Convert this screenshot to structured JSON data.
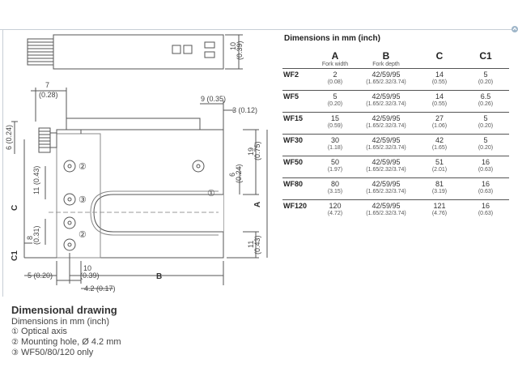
{
  "table": {
    "title": "Dimensions in mm (inch)",
    "headers": [
      {
        "label": "",
        "sub": ""
      },
      {
        "label": "A",
        "sub": "Fork width"
      },
      {
        "label": "B",
        "sub": "Fork depth"
      },
      {
        "label": "C",
        "sub": ""
      },
      {
        "label": "C1",
        "sub": ""
      }
    ],
    "rows": [
      {
        "model": "WF2",
        "a": [
          "2",
          "(0.08)"
        ],
        "b": [
          "42/59/95",
          "(1.65/2.32/3.74)"
        ],
        "c": [
          "14",
          "(0.55)"
        ],
        "c1": [
          "5",
          "(0.20)"
        ]
      },
      {
        "model": "WF5",
        "a": [
          "5",
          "(0.20)"
        ],
        "b": [
          "42/59/95",
          "(1.65/2.32/3.74)"
        ],
        "c": [
          "14",
          "(0.55)"
        ],
        "c1": [
          "6.5",
          "(0.26)"
        ]
      },
      {
        "model": "WF15",
        "a": [
          "15",
          "(0.59)"
        ],
        "b": [
          "42/59/95",
          "(1.65/2.32/3.74)"
        ],
        "c": [
          "27",
          "(1.06)"
        ],
        "c1": [
          "5",
          "(0.20)"
        ]
      },
      {
        "model": "WF30",
        "a": [
          "30",
          "(1.18)"
        ],
        "b": [
          "42/59/95",
          "(1.65/2.32/3.74)"
        ],
        "c": [
          "42",
          "(1.65)"
        ],
        "c1": [
          "5",
          "(0.20)"
        ]
      },
      {
        "model": "WF50",
        "a": [
          "50",
          "(1.97)"
        ],
        "b": [
          "42/59/95",
          "(1.65/2.32/3.74)"
        ],
        "c": [
          "51",
          "(2.01)"
        ],
        "c1": [
          "16",
          "(0.63)"
        ]
      },
      {
        "model": "WF80",
        "a": [
          "80",
          "(3.15)"
        ],
        "b": [
          "42/59/95",
          "(1.65/2.32/3.74)"
        ],
        "c": [
          "81",
          "(3.19)"
        ],
        "c1": [
          "16",
          "(0.63)"
        ]
      },
      {
        "model": "WF120",
        "a": [
          "120",
          "(4.72)"
        ],
        "b": [
          "42/59/95",
          "(1.65/2.32/3.74)"
        ],
        "c": [
          "121",
          "(4.76)"
        ],
        "c1": [
          "16",
          "(0.63)"
        ]
      }
    ]
  },
  "drawing": {
    "dim_10": "10",
    "dim_10_in": "(0.39)",
    "dim_7": "7",
    "dim_7_in": "(0.28)",
    "dim_9": "9 (0.35)",
    "dim_3": "3 (0.12)",
    "dim_6_left": "6 (0.24)",
    "dim_19": "19",
    "dim_19_in": "(0.75)",
    "dim_6_right": "6",
    "dim_6_right_in": "(0.24)",
    "dim_11_left": "11 (0.43)",
    "dim_8": "8",
    "dim_8_in": "(0.31)",
    "dim_11_right": "11",
    "dim_11_right_in": "(0.43)",
    "dim_5": "5 (0.20)",
    "dim_10_bottom": "10",
    "dim_10_bottom_in": "(0.39)",
    "dim_4_2": "4.2 (0.17)",
    "label_a": "A",
    "label_b": "B",
    "label_c": "C",
    "label_c1": "C1",
    "marker_1": "①",
    "marker_2": "②",
    "marker_3": "③"
  },
  "caption": {
    "title": "Dimensional drawing",
    "units": "Dimensions in mm (inch)",
    "items": [
      {
        "marker": "①",
        "text": "Optical axis"
      },
      {
        "marker": "②",
        "text": "Mounting hole, Ø 4.2 mm"
      },
      {
        "marker": "③",
        "text": "WF50/80/120 only"
      }
    ]
  }
}
